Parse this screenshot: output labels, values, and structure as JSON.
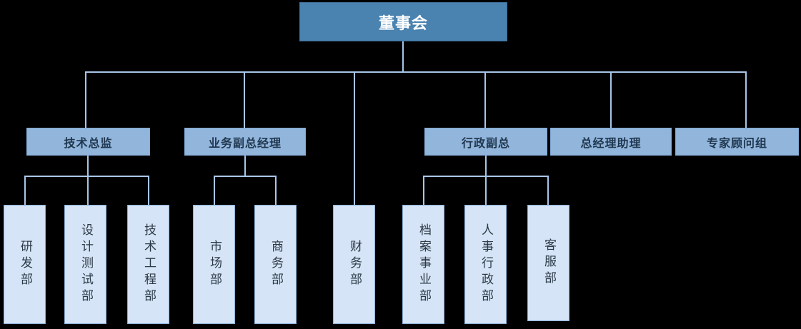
{
  "chart_data": {
    "type": "diagram",
    "subtype": "organization-chart",
    "title": "",
    "orientation": "top-down",
    "levels": 3,
    "colors": {
      "background": "#000000",
      "root_fill": "#4A82B0",
      "root_text": "#FFFFFF",
      "level2_fill": "#92B5DC",
      "level2_text": "#20384F",
      "leaf_fill": "#D6E4F7",
      "leaf_text": "#2B3A46",
      "connector": "#A8C6E8",
      "border": "#89AFD8"
    },
    "nodes": [
      {
        "id": "root",
        "label": "董事会",
        "level": 1,
        "parent": null
      },
      {
        "id": "tech",
        "label": "技术总监",
        "level": 2,
        "parent": "root"
      },
      {
        "id": "biz",
        "label": "业务副总经理",
        "level": 2,
        "parent": "root"
      },
      {
        "id": "admin",
        "label": "行政副总",
        "level": 2,
        "parent": "root"
      },
      {
        "id": "assist",
        "label": "总经理助理",
        "level": 2,
        "parent": "root"
      },
      {
        "id": "expert",
        "label": "专家顾问组",
        "level": 2,
        "parent": "root"
      },
      {
        "id": "rd",
        "label": "研发部",
        "level": 3,
        "parent": "tech"
      },
      {
        "id": "qa",
        "label": "设计测试部",
        "level": 3,
        "parent": "tech"
      },
      {
        "id": "eng",
        "label": "技术工程部",
        "level": 3,
        "parent": "tech"
      },
      {
        "id": "market",
        "label": "市场部",
        "level": 3,
        "parent": "biz"
      },
      {
        "id": "commerce",
        "label": "商务部",
        "level": 3,
        "parent": "biz"
      },
      {
        "id": "finance",
        "label": "财务部",
        "level": 3,
        "parent": "root"
      },
      {
        "id": "archive",
        "label": "档案事业部",
        "level": 3,
        "parent": "admin"
      },
      {
        "id": "hr",
        "label": "人事行政部",
        "level": 3,
        "parent": "admin"
      },
      {
        "id": "service",
        "label": "客服部",
        "level": 3,
        "parent": "admin"
      }
    ]
  },
  "root": {
    "label": "董事会"
  },
  "level2": [
    {
      "label": "技术总监"
    },
    {
      "label": "业务副总经理"
    },
    {
      "label": "行政副总"
    },
    {
      "label": "总经理助理"
    },
    {
      "label": "专家顾问组"
    }
  ],
  "leaves": [
    {
      "label": "研发部"
    },
    {
      "label": "设计测试部"
    },
    {
      "label": "技术工程部"
    },
    {
      "label": "市场部"
    },
    {
      "label": "商务部"
    },
    {
      "label": "财务部"
    },
    {
      "label": "档案事业部"
    },
    {
      "label": "人事行政部"
    },
    {
      "label": "客服部"
    }
  ]
}
